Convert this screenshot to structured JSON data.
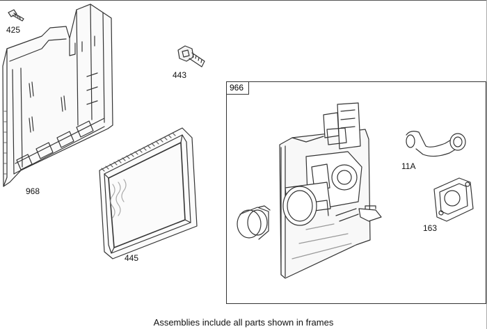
{
  "parts": {
    "p425": "425",
    "p443": "443",
    "p968": "968",
    "p445": "445",
    "p966": "966",
    "p11a": "11A",
    "p163": "163"
  },
  "caption": "Assemblies include all parts shown in frames"
}
